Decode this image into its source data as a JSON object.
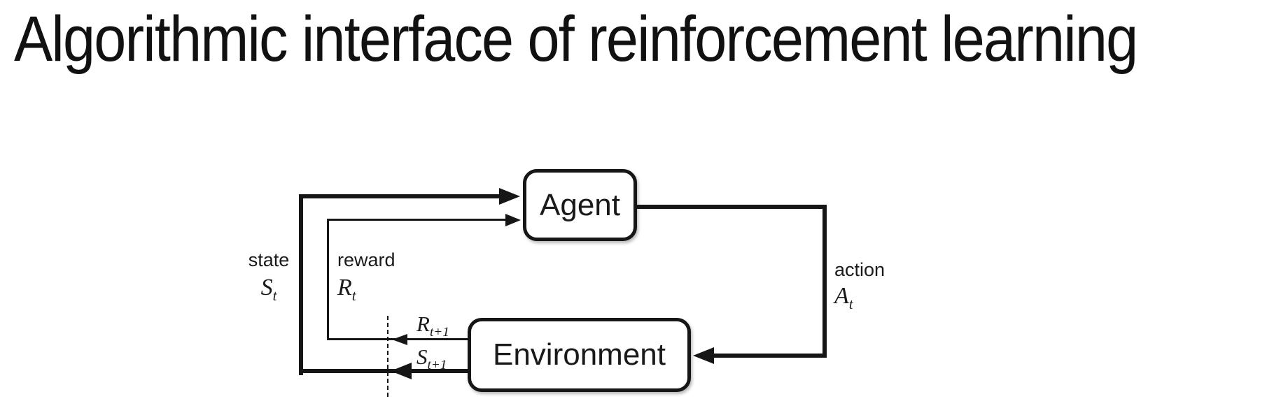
{
  "title": "Algorithmic interface of reinforcement learning",
  "agent": {
    "label": "Agent"
  },
  "environment": {
    "label": "Environment"
  },
  "signals": {
    "state": {
      "word": "state",
      "base": "S",
      "sub": "t"
    },
    "reward": {
      "word": "reward",
      "base": "R",
      "sub": "t"
    },
    "action": {
      "word": "action",
      "base": "A",
      "sub": "t"
    },
    "next_reward": {
      "base": "R",
      "sub": "t+1"
    },
    "next_state": {
      "base": "S",
      "sub": "t+1"
    }
  },
  "colors": {
    "background": "#ffffff",
    "line": "#161616",
    "text": "#1a1a1a",
    "box_fill": "#ffffff"
  }
}
